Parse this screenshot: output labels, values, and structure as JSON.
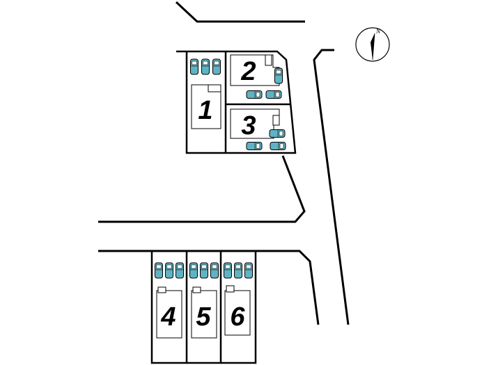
{
  "compass": {
    "letter": "N",
    "icon": "north-arrow-icon"
  },
  "lots": [
    {
      "id": "1",
      "label": "1",
      "parking_spaces": 3
    },
    {
      "id": "2",
      "label": "2",
      "parking_spaces": 3
    },
    {
      "id": "3",
      "label": "3",
      "parking_spaces": 3
    },
    {
      "id": "4",
      "label": "4",
      "parking_spaces": 3
    },
    {
      "id": "5",
      "label": "5",
      "parking_spaces": 3
    },
    {
      "id": "6",
      "label": "6",
      "parking_spaces": 3
    }
  ],
  "colors": {
    "car": "#5fb3c3",
    "line": "#000000",
    "background": "#ffffff"
  }
}
